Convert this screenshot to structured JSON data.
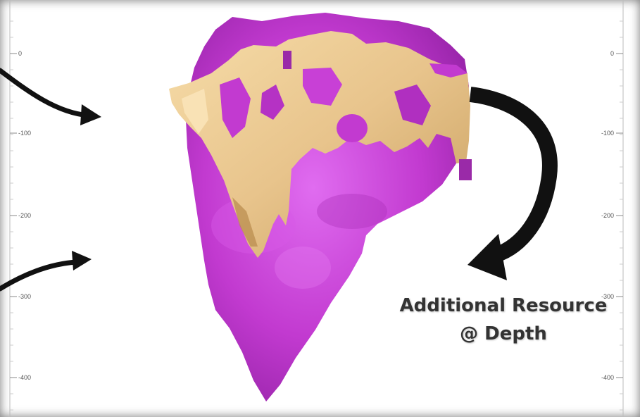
{
  "axis": {
    "left_ticks": [
      "0",
      "-100",
      "-200",
      "-300",
      "-400"
    ],
    "right_ticks": [
      "0",
      "-100",
      "-200",
      "-300",
      "-400"
    ]
  },
  "caption": {
    "line1": "Additional Resource",
    "line2": "@ Depth"
  },
  "colors": {
    "body_magenta": "#c23ad0",
    "ore_tan": "#e8c48c",
    "arrow": "#111111"
  }
}
